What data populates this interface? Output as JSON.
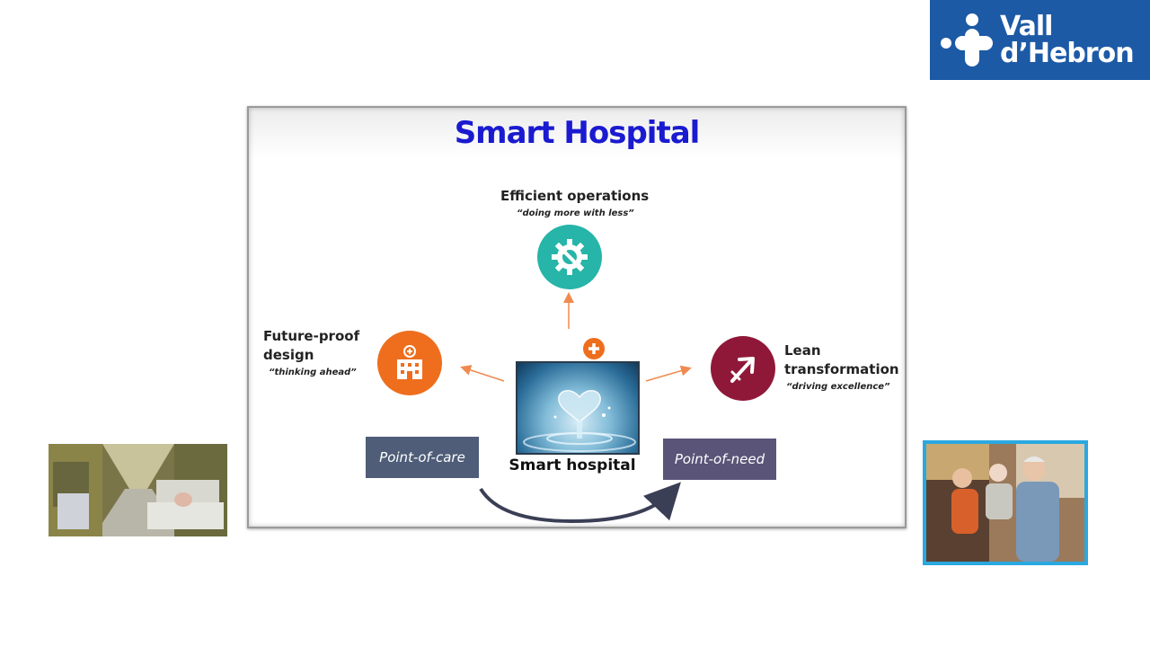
{
  "logo": {
    "line1": "Vall",
    "line2": "d’Hebron",
    "bg_color": "#1c5aa6"
  },
  "slide": {
    "title": "Smart Hospital",
    "title_color": "#1a1ad0",
    "top_node": {
      "heading": "Efficient operations",
      "tagline": "“doing more with less”",
      "icon": "gear-wrench-icon",
      "color": "#26b5a8"
    },
    "left_node": {
      "heading_line1": "Future-proof",
      "heading_line2": "design",
      "tagline": "“thinking ahead”",
      "icon": "hospital-building-icon",
      "color": "#ee6e1e"
    },
    "right_node": {
      "heading_line1": "Lean",
      "heading_line2": "transformation",
      "tagline": "“driving excellence”",
      "icon": "arrow-up-right-icon",
      "color": "#8f1838"
    },
    "center_node": {
      "label": "Smart hospital",
      "icon": "medical-plus-icon",
      "image": "water-heart-photo"
    },
    "left_pill": {
      "label": "Point-of-care",
      "color": "#4f5d78"
    },
    "right_pill": {
      "label": "Point-of-need",
      "color": "#5a5478"
    },
    "arrow_color": "#f08a50"
  },
  "side_photos": {
    "left": "hospital-corridor-photo",
    "right": "family-home-photo",
    "right_border_color": "#2aa8e0"
  }
}
